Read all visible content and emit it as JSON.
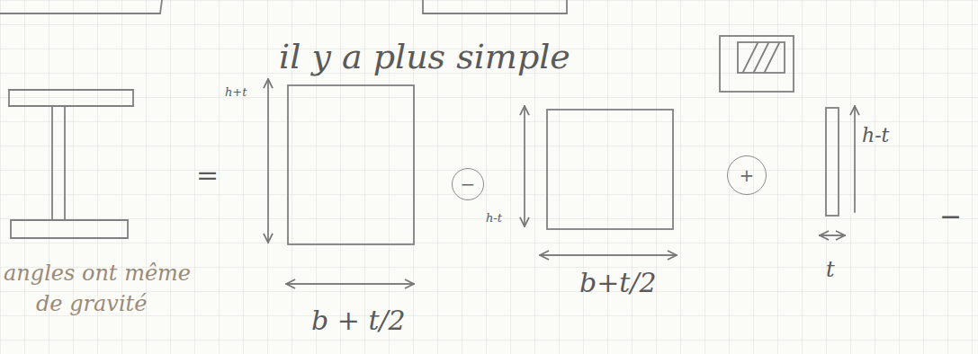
{
  "diagram": {
    "nodes": [
      {
        "text": [
          "−"
        ]
      },
      {
        "text": [
          "+"
        ]
      }
    ],
    "labels": [
      "il y a plus simple",
      "h+t",
      "=",
      "angles ont même",
      "de gravité",
      "b + t/2",
      "h-t",
      "b+t/2",
      "h-t",
      "t",
      "−"
    ]
  }
}
